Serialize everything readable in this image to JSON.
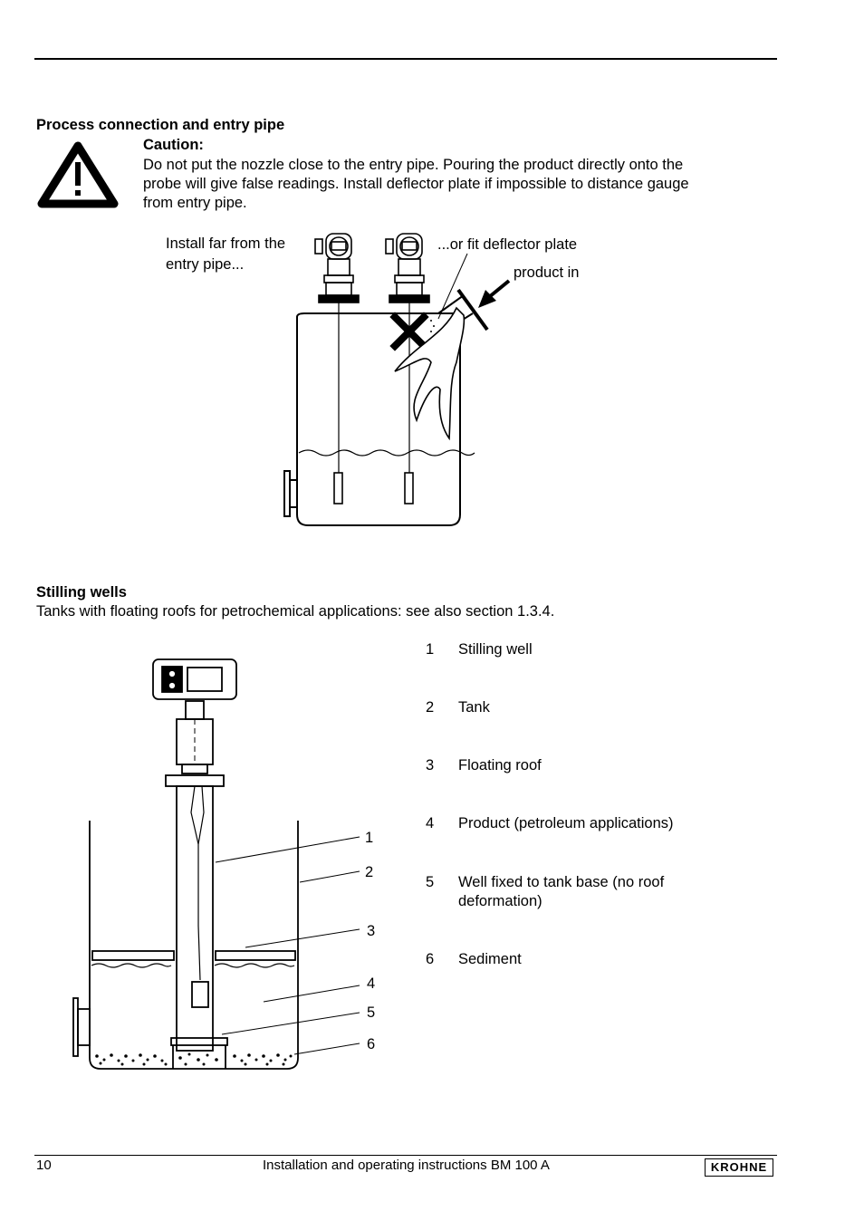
{
  "section1": {
    "heading": "Process connection and entry pipe",
    "caution_title": "Caution:",
    "caution_lines": [
      "Do not put the nozzle close to the entry pipe. Pouring the product directly onto the",
      "probe will give false readings. Install deflector plate if impossible to distance gauge",
      "from entry pipe."
    ],
    "label_install_far_1": "Install far from the",
    "label_install_far_2": "entry pipe...",
    "label_deflector": "...or fit deflector plate",
    "label_product_in": "product in"
  },
  "section2": {
    "heading": "Stilling wells",
    "intro": "Tanks with floating roofs for petrochemical applications: see also section 1.3.4.",
    "callouts": [
      "1",
      "2",
      "3",
      "4",
      "5",
      "6"
    ],
    "legend": [
      {
        "num": "1",
        "text": "Stilling well"
      },
      {
        "num": "2",
        "text": "Tank"
      },
      {
        "num": "3",
        "text": "Floating roof"
      },
      {
        "num": "4",
        "text": "Product (petroleum applications)"
      },
      {
        "num": "5",
        "text": "Well fixed to tank base (no roof deformation)"
      },
      {
        "num": "6",
        "text": "Sediment"
      }
    ]
  },
  "footer": {
    "page_number": "10",
    "doc_title": "Installation and operating instructions BM 100 A",
    "brand": "KROHNE"
  }
}
